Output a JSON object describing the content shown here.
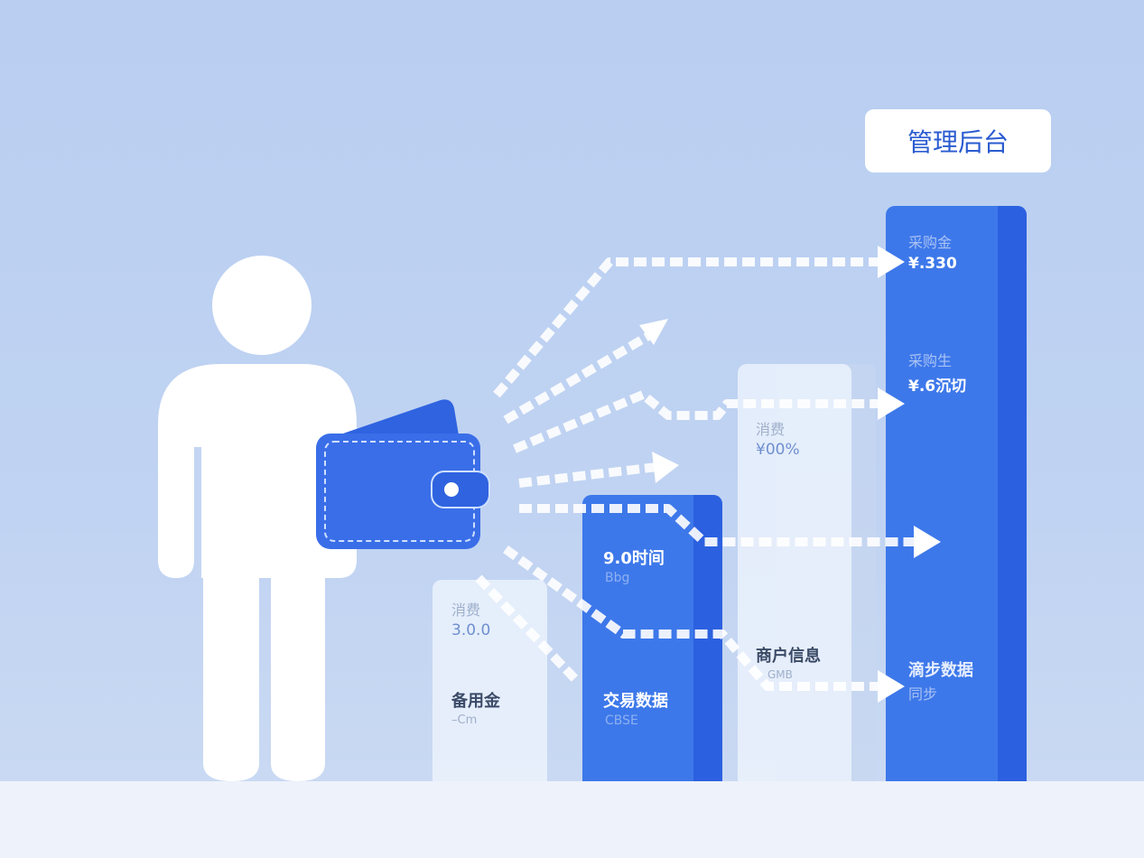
{
  "header": {
    "title": "管理后台"
  },
  "bars": {
    "reserve": {
      "label_top": "消费",
      "value_top": "3.0.0",
      "label_bottom": "备用金",
      "value_bottom": "–Cm"
    },
    "transaction": {
      "label_top": "9.0时间",
      "value_top": "Bbg",
      "label_bottom": "交易数据",
      "value_bottom": "CBSE"
    },
    "merchant": {
      "label_top": "消费",
      "value_top": "¥00%",
      "label_bottom": "商户信息",
      "value_bottom": "GMB"
    },
    "backend": {
      "label_1": "采购金",
      "value_1": "¥.330",
      "label_2": "采购生",
      "value_2": "¥.6沉切",
      "label_3": "滴步数据",
      "value_3": "同步"
    }
  },
  "colors": {
    "accent": "#3d78ea",
    "accent_dark": "#2b60e0",
    "background": "#bcd0f1",
    "wallet": "#3a6ee8"
  },
  "icons": {
    "person": "person-icon",
    "wallet": "wallet-icon",
    "arrows": "arrow-icon"
  }
}
